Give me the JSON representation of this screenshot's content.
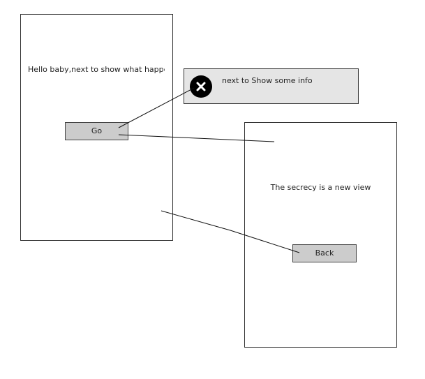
{
  "screen_1": {
    "message": "Hello baby,next to show what happe",
    "go_button_label": "Go"
  },
  "note": {
    "text": "next to Show some info",
    "icon": "close-icon"
  },
  "screen_2": {
    "message": "The secrecy is a new view",
    "back_button_label": "Back"
  },
  "colors": {
    "button_fill": "#cccccc",
    "note_fill": "#e5e5e5",
    "icon_fill": "#000000",
    "line": "#111111"
  }
}
